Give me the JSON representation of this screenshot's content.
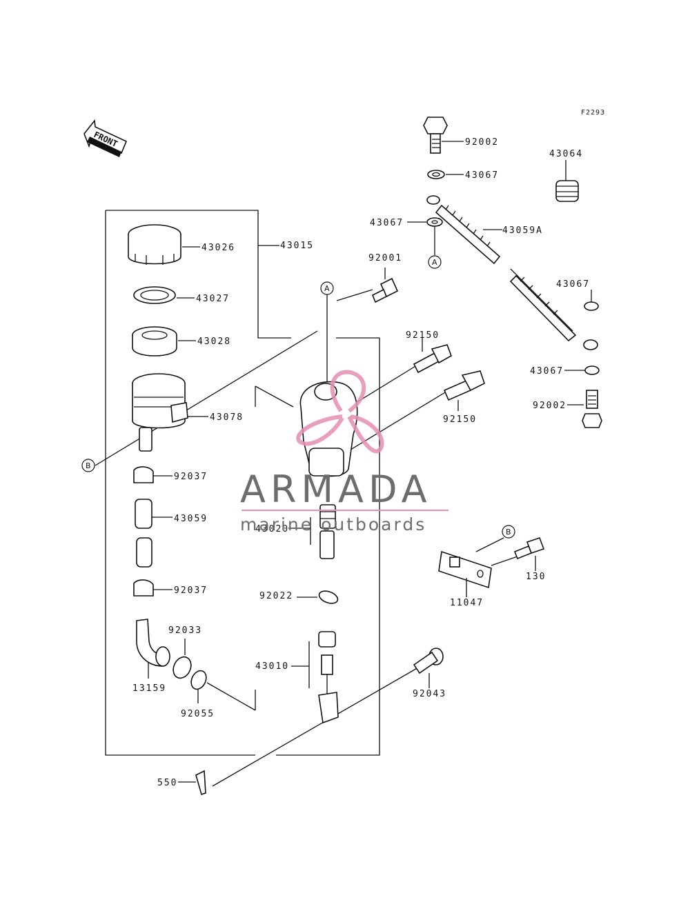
{
  "diagram_code": "F2293",
  "front_label": "FRONT",
  "watermark": {
    "brand": "ARMADA",
    "tagline": "marine outboards",
    "color": "#e58fb3"
  },
  "callouts": {
    "a": "A",
    "b": "B"
  },
  "parts": {
    "p92002_top": "92002",
    "p43067_top": "43067",
    "p43064": "43064",
    "p43067_left": "43067",
    "p43059A": "43059A",
    "p43026": "43026",
    "p43015": "43015",
    "p92001": "92001",
    "p43027": "43027",
    "p43067_mid": "43067",
    "p43028": "43028",
    "p92150_top": "92150",
    "p43067_low": "43067",
    "p43078": "43078",
    "p92002_low": "92002",
    "p92150_low": "92150",
    "p92037_top": "92037",
    "p43059": "43059",
    "p43020": "43020",
    "p130": "130",
    "p92037_low": "92037",
    "p92022": "92022",
    "p11047": "11047",
    "p92033": "92033",
    "p43010": "43010",
    "p13159": "13159",
    "p92043": "92043",
    "p92055": "92055",
    "p550": "550"
  }
}
